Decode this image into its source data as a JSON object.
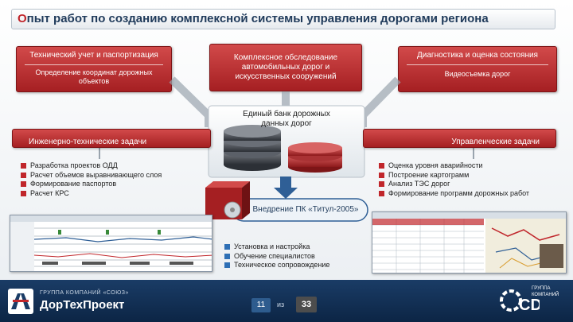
{
  "title": {
    "first_letter": "О",
    "rest": "пыт работ по созданию комплексной системы управления дорогами региона"
  },
  "top_left": {
    "line1": "Технический учет и паспортизация",
    "line2": "Определение координат дорожных объектов"
  },
  "top_center": {
    "text": "Комплексное обследование автомобильных дорог и искусственных сооружений"
  },
  "top_right": {
    "line1": "Диагностика и оценка состояния",
    "line2": "Видеосъемка дорог"
  },
  "db_bank": {
    "text": "Единый банк дорожных данных дорог"
  },
  "left_task": {
    "label": "Инженерно-технические задачи"
  },
  "right_task": {
    "label": "Управленческие задачи"
  },
  "left_list": [
    "Разработка проектов ОДД",
    "Расчет объемов выравнивающего слоя",
    "Формирование паспортов",
    "Расчет КРС"
  ],
  "right_list": [
    "Оценка уровня аварийности",
    "Построение картограмм",
    "Анализ ТЭС дорог",
    "Формирование программ дорожных работ"
  ],
  "implementation": {
    "text": "Внедрение ПК «Титул-2005»"
  },
  "bottom_list": [
    "Установка и настройка",
    "Обучение специалистов",
    "Техническое сопровождение"
  ],
  "footer": {
    "company_small": "ГРУППА КОМПАНИЙ «СОЮЗ»",
    "company_name": "ДорТехПроект",
    "page_current": "11",
    "page_sep": "из",
    "page_total": "33",
    "right_logo_small1": "ГРУППА",
    "right_logo_small2": "КОМПАНИЙ",
    "right_logo": "CDT"
  },
  "colors": {
    "accent_red": "#c0262b",
    "accent_blue": "#2e6fb5",
    "footer_bg": "#0c2545"
  }
}
